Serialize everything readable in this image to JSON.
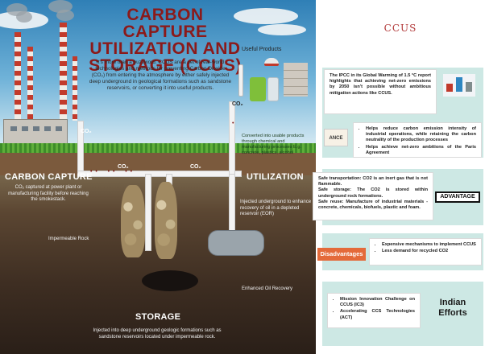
{
  "infographic": {
    "title_lines": [
      "CARBON CAPTURE",
      "UTILIZATION AND",
      "STORAGE (CCUS)"
    ],
    "intro": "It's more than a buzzword: CCUS are a set of real-world technologies and methods for preventing Carbon Dioxide (CO₂) from entering the atmosphere by either safely injected deep underground in geological formations such as sandstone reservoirs, or converting it into useful products.",
    "useful_products_label": "Useful Products",
    "co2_label": "CO₂",
    "carbon_capture": {
      "heading": "CARBON CAPTURE",
      "text": "CO₂ captured at power plant or manufacturing facility before reaching the smokestack."
    },
    "utilization": {
      "heading": "UTILIZATION",
      "converted_text": "Converted into usable products through chemical and manufacturing processes E.g. concrete, plastics, alcohol",
      "injected_text": "Injected underground to enhance recovery of oil in a depleted reservoir (EOR)"
    },
    "impermeable_rock_label": "Impermeable Rock",
    "enhanced_oil_label": "Enhanced Oil Recovery",
    "storage": {
      "heading": "STORAGE",
      "text": "Injected into deep underground geologic formations such as sandstone reservoirs located under impermeable rock."
    }
  },
  "panel": {
    "title": "CCUS",
    "ipcc_text": "The IPCC in its Global Warming of 1.5 °C report highlights that achieving net-zero emissions by 2050 isn't possible without ambitious mitigation actions like CCUS.",
    "balance_label": "ANCE",
    "benefits": [
      "Helps reduce carbon emission intensity of industrial operations, while retaining the carbon neutrality of the production processes",
      "Helps achieve net-zero ambitions of the Paris Agreement"
    ],
    "advantages_lines": [
      {
        "head": "Safe transportation:",
        "body": " CO2 is an inert gas that is not flammable."
      },
      {
        "head": "Safe storage:",
        "body": " The CO2 is stored within underground rock formations."
      },
      {
        "head": "Safe reuse:",
        "body": " Manufacture of industrial materials - concrete, chemicals, biofuels, plastic and foam."
      }
    ],
    "advantage_label": "ADVANTAGE",
    "disadvantages_label": "Disadvantages",
    "disadvantages": [
      "Expensive mechanisms to implement CCUS",
      "Less demand for recycled CO2"
    ],
    "indian_efforts": [
      "Mission Innovation Challenge on CCUS (IC3)",
      "Accelerating CCS Technologies (ACT)"
    ],
    "indian_label_lines": [
      "Indian",
      "Efforts"
    ]
  }
}
